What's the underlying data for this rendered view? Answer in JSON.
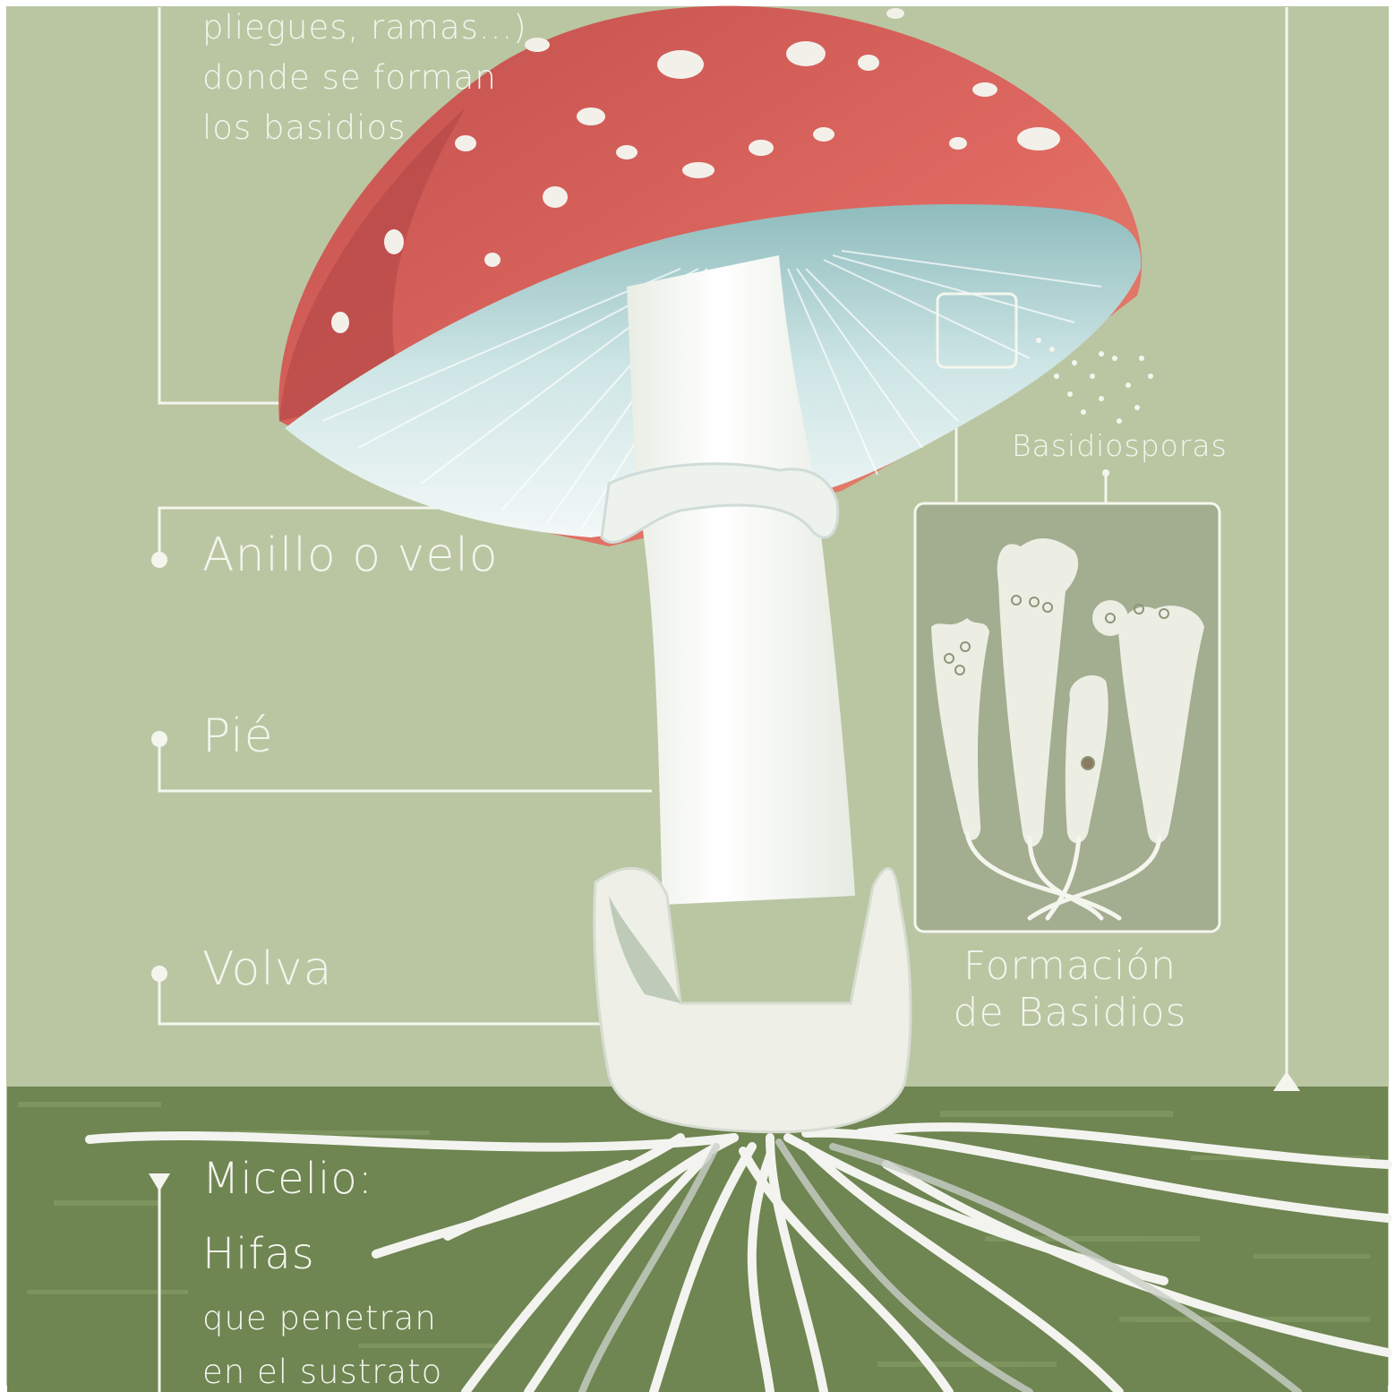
{
  "labels": {
    "gills_line1": "pliegues, ramas...)",
    "gills_line2": "donde se forman",
    "gills_line3": "los basidios",
    "ring": "Anillo o velo",
    "stipe": "Pié",
    "volva": "Volva",
    "mycelium_title": "Micelio:",
    "hyphae": "Hifas",
    "hyphae_desc_line1": "que penetran",
    "hyphae_desc_line2": "en el sustrato",
    "basidiospores": "Basidiosporas",
    "basidia_formation_line1": "Formación",
    "basidia_formation_line2": "de Basidios"
  },
  "colors": {
    "background": "#bac6a2",
    "soil": "#6f8552",
    "cap_red": "#d95c58",
    "cap_dark": "#b54a48",
    "gills": "#dcebea",
    "stem": "#f5f6f0",
    "lines": "#f4f6ee"
  }
}
